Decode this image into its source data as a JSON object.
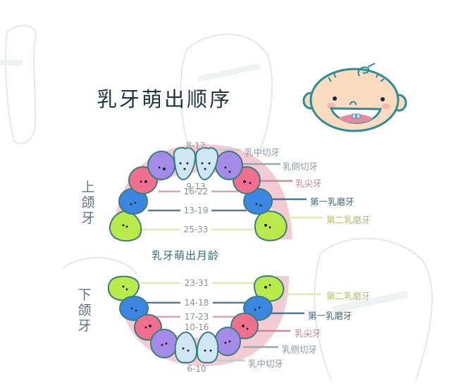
{
  "title": "乳牙萌出顺序",
  "subtitle": "乳牙萌出月龄",
  "colors": {
    "central_incisor": "#cfe6f5",
    "lateral_incisor": "#a58be8",
    "canine": "#f06f8e",
    "first_molar": "#3a86e0",
    "second_molar": "#b9ea4c",
    "outline": "#3b7d7d",
    "gum": "#f1c4cc",
    "title": "#1f3440"
  },
  "upper_jaw": {
    "label": [
      "上",
      "颌",
      "牙"
    ],
    "ages": [
      {
        "tooth": "central_incisor",
        "months": "8-12"
      },
      {
        "tooth": "lateral_incisor",
        "months": "9-13"
      },
      {
        "tooth": "canine",
        "months": "16-22"
      },
      {
        "tooth": "first_molar",
        "months": "13-19"
      },
      {
        "tooth": "second_molar",
        "months": "25-33"
      }
    ],
    "names": [
      {
        "tooth": "central_incisor",
        "label": "乳中切牙"
      },
      {
        "tooth": "lateral_incisor",
        "label": "乳侧切牙"
      },
      {
        "tooth": "canine",
        "label": "乳尖牙"
      },
      {
        "tooth": "first_molar",
        "label": "第一乳磨牙"
      },
      {
        "tooth": "second_molar",
        "label": "第二乳磨牙"
      }
    ]
  },
  "lower_jaw": {
    "label": [
      "下",
      "颌",
      "牙"
    ],
    "ages": [
      {
        "tooth": "second_molar",
        "months": "23-31"
      },
      {
        "tooth": "first_molar",
        "months": "14-18"
      },
      {
        "tooth": "canine",
        "months": "17-23"
      },
      {
        "tooth": "lateral_incisor",
        "months": "10-16"
      },
      {
        "tooth": "central_incisor",
        "months": "6-10"
      }
    ],
    "names": [
      {
        "tooth": "second_molar",
        "label": "第二乳磨牙"
      },
      {
        "tooth": "first_molar",
        "label": "第一乳磨牙"
      },
      {
        "tooth": "canine",
        "label": "乳尖牙"
      },
      {
        "tooth": "lateral_incisor",
        "label": "乳侧切牙"
      },
      {
        "tooth": "central_incisor",
        "label": "乳中切牙"
      }
    ]
  },
  "icons": {
    "baby_face": "baby-face-icon",
    "tooth_watermark": "tooth-watermark-icon"
  }
}
